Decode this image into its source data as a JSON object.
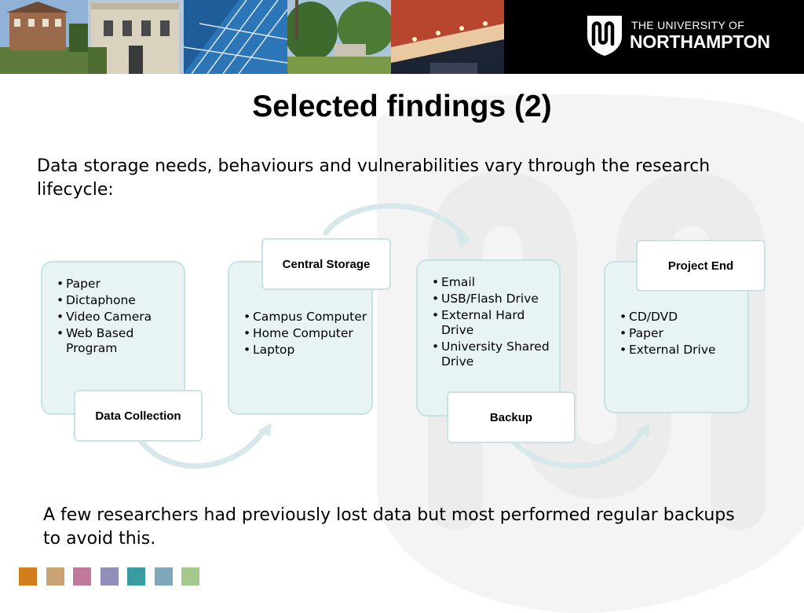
{
  "header": {
    "university_line1": "THE UNIVERSITY OF",
    "university_line2": "NORTHAMPTON"
  },
  "slide": {
    "title": "Selected findings (2)",
    "intro": "Data storage needs, behaviours and vulnerabilities vary through the research lifecycle:",
    "outro": "A few researchers had previously lost data but most performed regular backups to avoid this."
  },
  "stages": [
    {
      "label": "Data Collection",
      "items": [
        "Paper",
        "Dictaphone",
        "Video Camera",
        "Web Based Program"
      ]
    },
    {
      "label": "Central Storage",
      "items": [
        "Campus Computer",
        "Home Computer",
        "Laptop"
      ]
    },
    {
      "label": "Backup",
      "items": [
        "Email",
        "USB/Flash Drive",
        "External Hard Drive",
        "University Shared Drive"
      ]
    },
    {
      "label": "Project End",
      "items": [
        "CD/DVD",
        "Paper",
        "External Drive"
      ]
    }
  ],
  "colors": {
    "panel_fill": "#e8f3f4",
    "panel_border": "#c9e2e4",
    "arrow": "#d6e8ea"
  },
  "footer_swatches": [
    "#d47d1d",
    "#c8a473",
    "#c0799b",
    "#8f8fb7",
    "#3a9ba0",
    "#7fa8bd",
    "#a4c98c"
  ]
}
